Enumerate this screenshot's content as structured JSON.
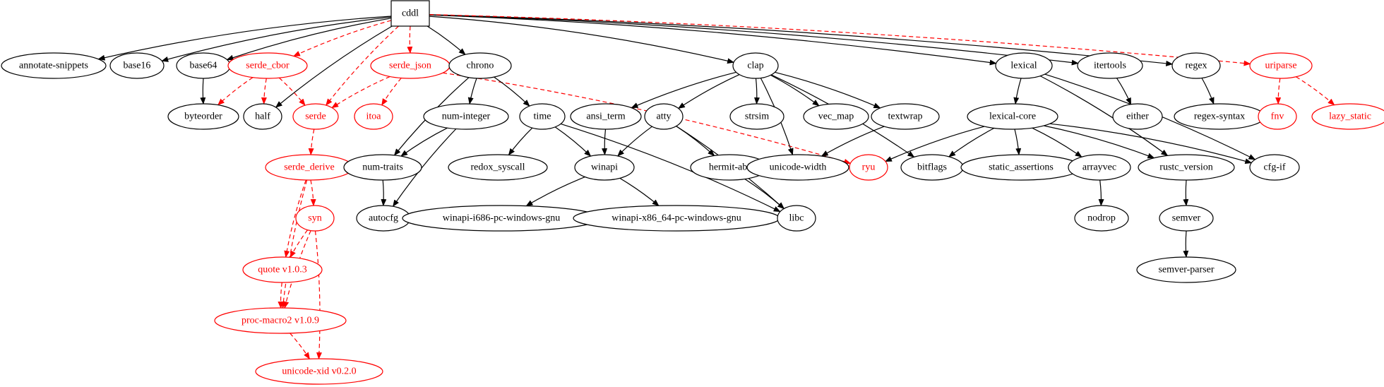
{
  "colors": {
    "normal": "#000000",
    "highlight": "#ff0000"
  },
  "nodes": [
    {
      "id": "cddl",
      "label": "cddl",
      "shape": "box"
    },
    {
      "id": "annotate-snippets",
      "label": "annotate-snippets"
    },
    {
      "id": "base16",
      "label": "base16"
    },
    {
      "id": "base64",
      "label": "base64"
    },
    {
      "id": "serde_cbor",
      "label": "serde_cbor",
      "red": true
    },
    {
      "id": "serde_json",
      "label": "serde_json",
      "red": true
    },
    {
      "id": "chrono",
      "label": "chrono"
    },
    {
      "id": "clap",
      "label": "clap"
    },
    {
      "id": "lexical",
      "label": "lexical"
    },
    {
      "id": "itertools",
      "label": "itertools"
    },
    {
      "id": "regex",
      "label": "regex"
    },
    {
      "id": "uriparse",
      "label": "uriparse",
      "red": true
    },
    {
      "id": "byteorder",
      "label": "byteorder"
    },
    {
      "id": "half",
      "label": "half"
    },
    {
      "id": "serde",
      "label": "serde",
      "red": true
    },
    {
      "id": "itoa",
      "label": "itoa",
      "red": true
    },
    {
      "id": "num-integer",
      "label": "num-integer"
    },
    {
      "id": "time",
      "label": "time"
    },
    {
      "id": "ansi_term",
      "label": "ansi_term"
    },
    {
      "id": "atty",
      "label": "atty"
    },
    {
      "id": "strsim",
      "label": "strsim"
    },
    {
      "id": "vec_map",
      "label": "vec_map"
    },
    {
      "id": "textwrap",
      "label": "textwrap"
    },
    {
      "id": "lexical-core",
      "label": "lexical-core"
    },
    {
      "id": "either",
      "label": "either"
    },
    {
      "id": "regex-syntax",
      "label": "regex-syntax"
    },
    {
      "id": "fnv",
      "label": "fnv",
      "red": true
    },
    {
      "id": "lazy_static",
      "label": "lazy_static",
      "red": true
    },
    {
      "id": "serde_derive",
      "label": "serde_derive",
      "red": true
    },
    {
      "id": "num-traits",
      "label": "num-traits"
    },
    {
      "id": "redox_syscall",
      "label": "redox_syscall"
    },
    {
      "id": "winapi",
      "label": "winapi"
    },
    {
      "id": "hermit-abi",
      "label": "hermit-abi"
    },
    {
      "id": "unicode-width",
      "label": "unicode-width"
    },
    {
      "id": "ryu",
      "label": "ryu",
      "red": true
    },
    {
      "id": "bitflags",
      "label": "bitflags"
    },
    {
      "id": "static_assertions",
      "label": "static_assertions"
    },
    {
      "id": "arrayvec",
      "label": "arrayvec"
    },
    {
      "id": "rustc_version",
      "label": "rustc_version"
    },
    {
      "id": "cfg-if",
      "label": "cfg-if"
    },
    {
      "id": "syn",
      "label": "syn",
      "red": true
    },
    {
      "id": "autocfg",
      "label": "autocfg"
    },
    {
      "id": "winapi-i686-pc-windows-gnu",
      "label": "winapi-i686-pc-windows-gnu"
    },
    {
      "id": "winapi-x86_64-pc-windows-gnu",
      "label": "winapi-x86_64-pc-windows-gnu"
    },
    {
      "id": "libc",
      "label": "libc"
    },
    {
      "id": "nodrop",
      "label": "nodrop"
    },
    {
      "id": "semver",
      "label": "semver"
    },
    {
      "id": "quote",
      "label": "quote v1.0.3",
      "red": true
    },
    {
      "id": "proc-macro2",
      "label": "proc-macro2 v1.0.9",
      "red": true
    },
    {
      "id": "semver-parser",
      "label": "semver-parser"
    },
    {
      "id": "unicode-xid",
      "label": "unicode-xid v0.2.0",
      "red": true
    }
  ],
  "edges": [
    {
      "from": "cddl",
      "to": "annotate-snippets"
    },
    {
      "from": "cddl",
      "to": "base16"
    },
    {
      "from": "cddl",
      "to": "base64"
    },
    {
      "from": "cddl",
      "to": "serde_cbor",
      "red": true
    },
    {
      "from": "cddl",
      "to": "half"
    },
    {
      "from": "cddl",
      "to": "serde",
      "red": true
    },
    {
      "from": "cddl",
      "to": "serde_json",
      "red": true
    },
    {
      "from": "cddl",
      "to": "chrono"
    },
    {
      "from": "cddl",
      "to": "clap"
    },
    {
      "from": "cddl",
      "to": "lexical"
    },
    {
      "from": "cddl",
      "to": "itertools"
    },
    {
      "from": "cddl",
      "to": "regex"
    },
    {
      "from": "cddl",
      "to": "uriparse",
      "red": true
    },
    {
      "from": "base64",
      "to": "byteorder"
    },
    {
      "from": "serde_cbor",
      "to": "byteorder",
      "red": true
    },
    {
      "from": "serde_cbor",
      "to": "half",
      "red": true
    },
    {
      "from": "serde_cbor",
      "to": "serde",
      "red": true
    },
    {
      "from": "serde_json",
      "to": "serde",
      "red": true
    },
    {
      "from": "serde_json",
      "to": "itoa",
      "red": true
    },
    {
      "from": "serde_json",
      "to": "ryu",
      "red": true
    },
    {
      "from": "serde",
      "to": "serde_derive",
      "red": true
    },
    {
      "from": "serde_derive",
      "to": "syn",
      "red": true
    },
    {
      "from": "serde_derive",
      "to": "quote",
      "red": true
    },
    {
      "from": "serde_derive",
      "to": "proc-macro2",
      "red": true
    },
    {
      "from": "syn",
      "to": "quote",
      "red": true
    },
    {
      "from": "syn",
      "to": "proc-macro2",
      "red": true
    },
    {
      "from": "syn",
      "to": "unicode-xid",
      "red": true
    },
    {
      "from": "quote",
      "to": "proc-macro2",
      "red": true
    },
    {
      "from": "proc-macro2",
      "to": "unicode-xid",
      "red": true
    },
    {
      "from": "chrono",
      "to": "num-integer"
    },
    {
      "from": "chrono",
      "to": "num-traits"
    },
    {
      "from": "chrono",
      "to": "time"
    },
    {
      "from": "num-integer",
      "to": "num-traits"
    },
    {
      "from": "num-integer",
      "to": "autocfg"
    },
    {
      "from": "num-traits",
      "to": "autocfg"
    },
    {
      "from": "time",
      "to": "redox_syscall"
    },
    {
      "from": "time",
      "to": "winapi"
    },
    {
      "from": "time",
      "to": "libc"
    },
    {
      "from": "clap",
      "to": "ansi_term"
    },
    {
      "from": "clap",
      "to": "atty"
    },
    {
      "from": "clap",
      "to": "strsim"
    },
    {
      "from": "clap",
      "to": "vec_map"
    },
    {
      "from": "clap",
      "to": "textwrap"
    },
    {
      "from": "clap",
      "to": "unicode-width"
    },
    {
      "from": "clap",
      "to": "bitflags"
    },
    {
      "from": "ansi_term",
      "to": "winapi"
    },
    {
      "from": "atty",
      "to": "winapi"
    },
    {
      "from": "atty",
      "to": "hermit-abi"
    },
    {
      "from": "atty",
      "to": "libc"
    },
    {
      "from": "hermit-abi",
      "to": "libc"
    },
    {
      "from": "textwrap",
      "to": "unicode-width"
    },
    {
      "from": "winapi",
      "to": "winapi-i686-pc-windows-gnu"
    },
    {
      "from": "winapi",
      "to": "winapi-x86_64-pc-windows-gnu"
    },
    {
      "from": "lexical",
      "to": "lexical-core"
    },
    {
      "from": "lexical",
      "to": "rustc_version"
    },
    {
      "from": "lexical",
      "to": "cfg-if"
    },
    {
      "from": "lexical-core",
      "to": "ryu"
    },
    {
      "from": "lexical-core",
      "to": "bitflags"
    },
    {
      "from": "lexical-core",
      "to": "static_assertions"
    },
    {
      "from": "lexical-core",
      "to": "arrayvec"
    },
    {
      "from": "lexical-core",
      "to": "rustc_version"
    },
    {
      "from": "lexical-core",
      "to": "cfg-if"
    },
    {
      "from": "arrayvec",
      "to": "nodrop"
    },
    {
      "from": "rustc_version",
      "to": "semver"
    },
    {
      "from": "semver",
      "to": "semver-parser"
    },
    {
      "from": "itertools",
      "to": "either"
    },
    {
      "from": "regex",
      "to": "regex-syntax"
    },
    {
      "from": "uriparse",
      "to": "fnv",
      "red": true
    },
    {
      "from": "uriparse",
      "to": "lazy_static",
      "red": true
    }
  ]
}
